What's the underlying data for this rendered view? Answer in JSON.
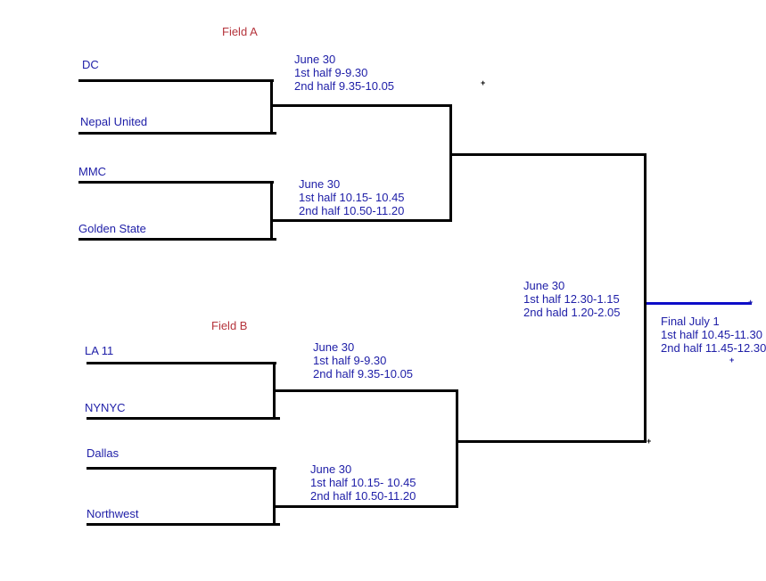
{
  "fields": {
    "a": {
      "label": "Field A",
      "teams": {
        "team1": "DC",
        "team2": "Nepal United",
        "team3": "MMC",
        "team4": "Golden State"
      },
      "game1": {
        "date": "June 30",
        "half1": "1st half 9-9.30",
        "half2": "2nd half 9.35-10.05"
      },
      "game2": {
        "date": "June 30",
        "half1": "1st half 10.15- 10.45",
        "half2": "2nd half 10.50-11.20"
      }
    },
    "b": {
      "label": "Field B",
      "teams": {
        "team1": "LA 11",
        "team2": "NYNYC",
        "team3": "Dallas",
        "team4": "Northwest"
      },
      "game1": {
        "date": "June 30",
        "half1": "1st half 9-9.30",
        "half2": "2nd half 9.35-10.05"
      },
      "game2": {
        "date": "June 30",
        "half1": "1st half 10.15- 10.45",
        "half2": "2nd half 10.50-11.20"
      }
    }
  },
  "semifinal": {
    "date": "June 30",
    "half1": "1st half 12.30-1.15",
    "half2": "2nd hald 1.20-2.05"
  },
  "final": {
    "title": "Final July 1",
    "half1": "1st half 10.45-11.30",
    "half2": "2nd half 11.45-12.30"
  },
  "markers": {
    "plus": "+"
  },
  "colors": {
    "canvas_bg": "#ffffff",
    "text_blue": "#2020A8",
    "field_red": "#B5343C",
    "line_black": "#000000",
    "final_blue": "#0D0DC8"
  }
}
